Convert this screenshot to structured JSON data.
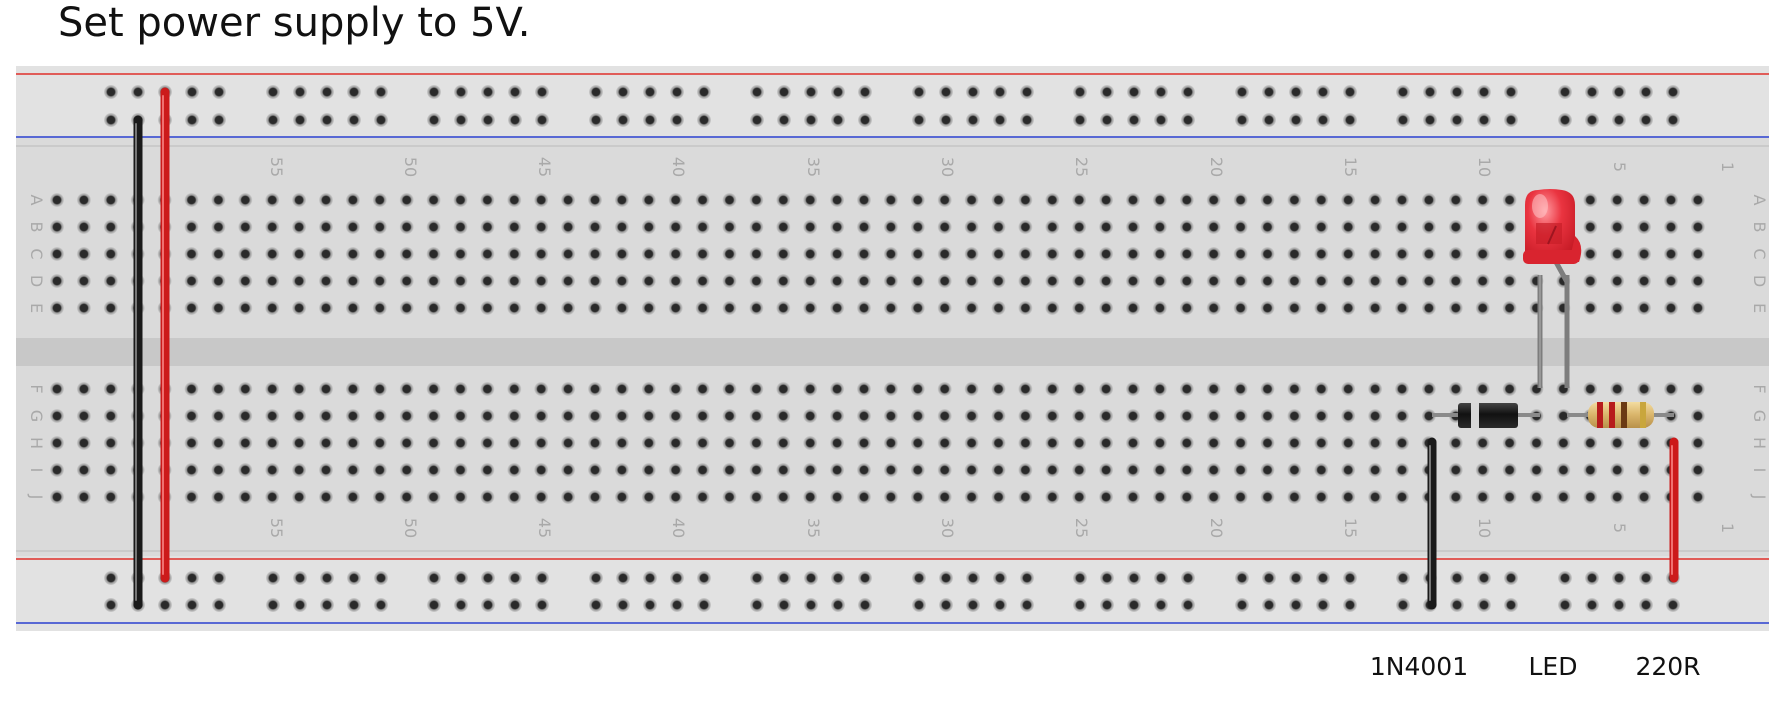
{
  "instruction": "Set power supply to 5V.",
  "breadboard": {
    "column_numbers": [
      "55",
      "50",
      "45",
      "40",
      "35",
      "30",
      "25",
      "20",
      "15",
      "10",
      "5",
      "1"
    ],
    "row_letters_top": [
      "A",
      "B",
      "C",
      "D",
      "E"
    ],
    "row_letters_bottom": [
      "F",
      "G",
      "H",
      "I",
      "J"
    ]
  },
  "components": {
    "diode_label": "1N4001",
    "led_label": "LED",
    "resistor_label": "220R"
  },
  "colors": {
    "board": "#dadada",
    "rail_red": "#e0302a",
    "rail_blue": "#2b3fd0",
    "wire_red": "#cc1a1a",
    "wire_black": "#1a1a1a",
    "led_red": "#e8323a"
  }
}
